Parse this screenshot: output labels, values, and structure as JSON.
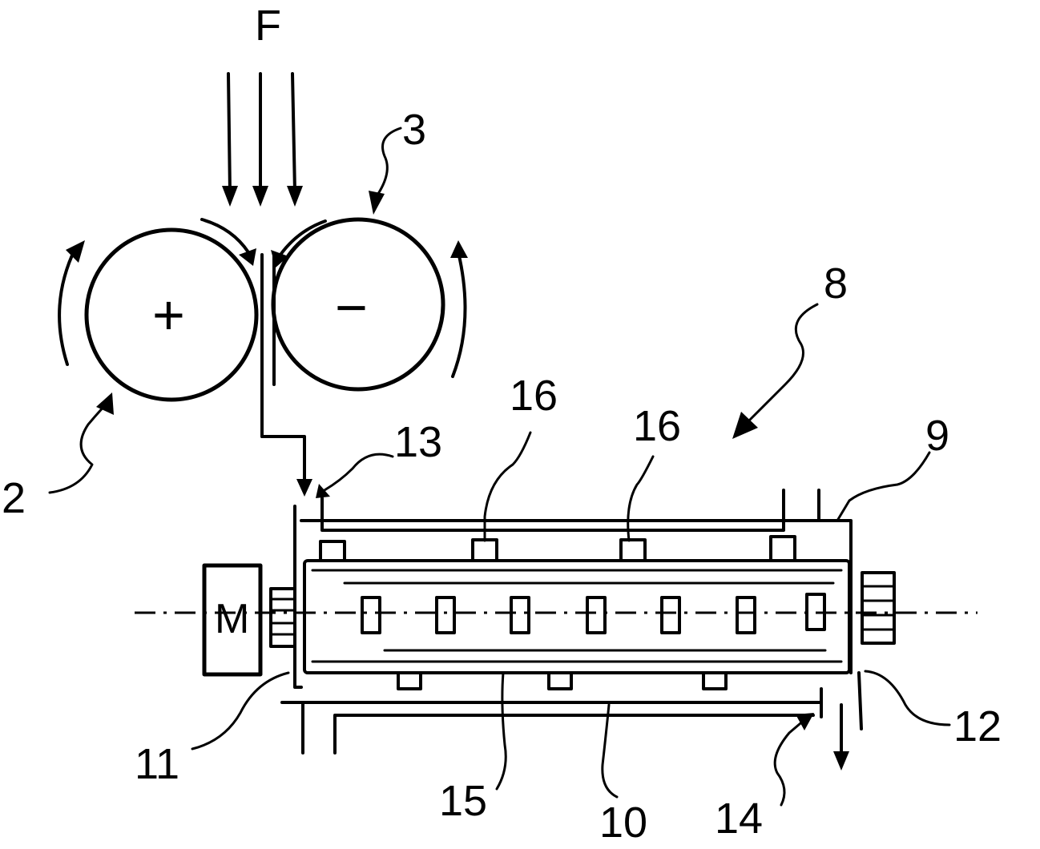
{
  "labels": {
    "force": "F",
    "roll_left": "2",
    "roll_right": "3",
    "assembly": "8",
    "housing": "9",
    "lower_wall": "10",
    "left_end": "11",
    "right_end": "12",
    "inlet": "13",
    "outlet": "14",
    "shaft": "15",
    "tooth_a": "16",
    "tooth_b": "16",
    "motor": "M",
    "plus": "+",
    "minus": "−"
  }
}
